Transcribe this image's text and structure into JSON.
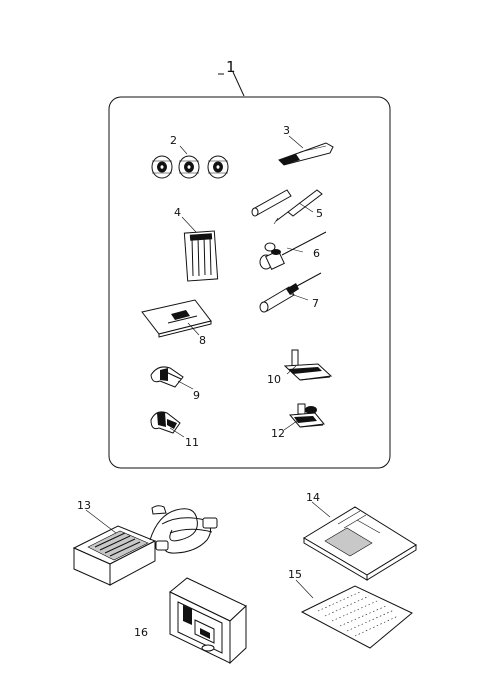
{
  "diagram": {
    "group_label": "1",
    "parts": [
      {
        "id": "2",
        "icon": "bobbins-icon"
      },
      {
        "id": "3",
        "icon": "lint-brush-icon"
      },
      {
        "id": "4",
        "icon": "needle-pack-icon"
      },
      {
        "id": "5",
        "icon": "seam-ripper-icon"
      },
      {
        "id": "6",
        "icon": "screwdriver-small-icon"
      },
      {
        "id": "7",
        "icon": "screwdriver-icon"
      },
      {
        "id": "8",
        "icon": "darning-plate-icon"
      },
      {
        "id": "9",
        "icon": "presser-foot-icon"
      },
      {
        "id": "10",
        "icon": "zipper-foot-icon"
      },
      {
        "id": "11",
        "icon": "hemmer-foot-icon"
      },
      {
        "id": "12",
        "icon": "buttonhole-foot-icon"
      },
      {
        "id": "13",
        "icon": "foot-controller-icon"
      },
      {
        "id": "14",
        "icon": "instruction-book-icon"
      },
      {
        "id": "15",
        "icon": "warranty-card-icon"
      },
      {
        "id": "16",
        "icon": "accessory-box-icon"
      }
    ]
  }
}
